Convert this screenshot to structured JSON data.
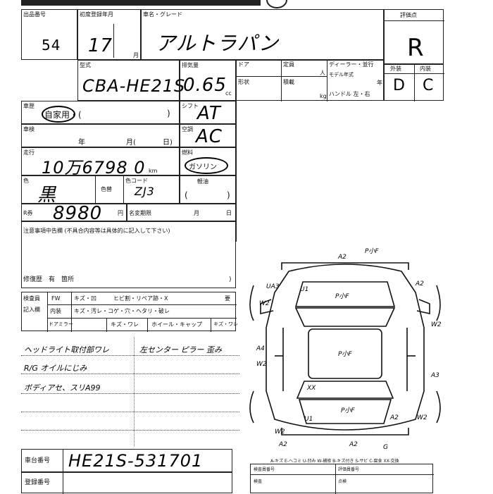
{
  "header": {
    "lot_label": "出品番号",
    "lot_number": "54",
    "reg_year_label": "初度登録年月",
    "reg_year": "17",
    "reg_unit": "月",
    "name_label": "車名・グレード",
    "car_name": "アルトラパン",
    "grade_label": "評価点",
    "grade": "R"
  },
  "spec": {
    "model_label": "型式",
    "model_code": "CBA-HE21S",
    "displacement_label": "排気量",
    "displacement": "0.65",
    "displacement_unit": "cc",
    "doors_label": "ドア",
    "capacity_label": "定員",
    "capacity_unit": "人",
    "dealer_label": "ディーラー・並行",
    "model_year_label": "モデル年式",
    "year_unit": "年",
    "shape_label": "形状",
    "load_label": "積載",
    "load_unit": "kg",
    "handle_label": "ハンドル 左・右",
    "exterior_label": "外装",
    "interior_label": "内装",
    "exterior_grade": "D",
    "interior_grade": "C"
  },
  "usage": {
    "label": "車歴",
    "value": "自家用・(",
    "close": ")",
    "shift_label": "シフト",
    "shift": "AT"
  },
  "inspection": {
    "label": "車検",
    "year_unit": "年",
    "month_unit": "月(",
    "day_unit": "日)",
    "ac_label": "空調",
    "ac": "AC"
  },
  "mileage": {
    "label": "走行",
    "value": "10万6798 0",
    "unit": "km",
    "fuel_label": "燃料",
    "fuel": "ガソリン"
  },
  "color": {
    "label": "色",
    "value": "黒",
    "change_label": "色替",
    "code_label": "色コード",
    "code": "ZJ3",
    "extra_label": "軽油",
    "paren_open": "(",
    "paren_close": ")"
  },
  "recycle": {
    "label": "R券",
    "value": "8980",
    "unit": "円",
    "name_change_label": "名変期限",
    "month_unit": "月",
    "day_unit": "日"
  },
  "notes": {
    "label": "注意事項中告欄 (不具合内容等は具体的に記入して下さい)",
    "repair_label": "修復歴　有　箇所",
    "repair_close": ")"
  },
  "equipment": {
    "row_labels": [
      "検査員",
      "記入欄"
    ],
    "rows": [
      [
        "FW",
        "キズ・凹",
        "ヒビ割・リペア跡・X",
        "要"
      ],
      [
        "内装",
        "キズ・汚レ・コゲ・穴・ヘタリ・破レ",
        "",
        ""
      ],
      [
        "ドアミラー",
        "キズ・ワレ",
        "ホイール・キャップ",
        "キズ・ワレ"
      ]
    ]
  },
  "handwritten_notes": {
    "line1": "ヘッドライト取付部ワレ",
    "line2": "R/G オイルにじみ",
    "line3": "ボディアセ、スリA99",
    "right1": "左センター ピラー 歪み"
  },
  "diagram": {
    "marks": [
      "A2",
      "P小F",
      "A2",
      "UA3",
      "U1",
      "W2",
      "P小F",
      "W2",
      "A4",
      "W2",
      "P小F",
      "A3",
      "XX",
      "U1",
      "P小F",
      "A2",
      "W2",
      "W2",
      "A2",
      "A2",
      "G"
    ],
    "legend": "A-キズ E-ヘコミ U-凹み W-補修 B-キズ付き S-サビ C-腐食 XX-交換"
  },
  "chassis": {
    "label": "車台番号",
    "value": "HE21S-531701",
    "reg_label": "登録番号"
  },
  "bottom": {
    "cells": [
      "検査員番号",
      "検査",
      "評価員番号",
      "点検"
    ]
  }
}
